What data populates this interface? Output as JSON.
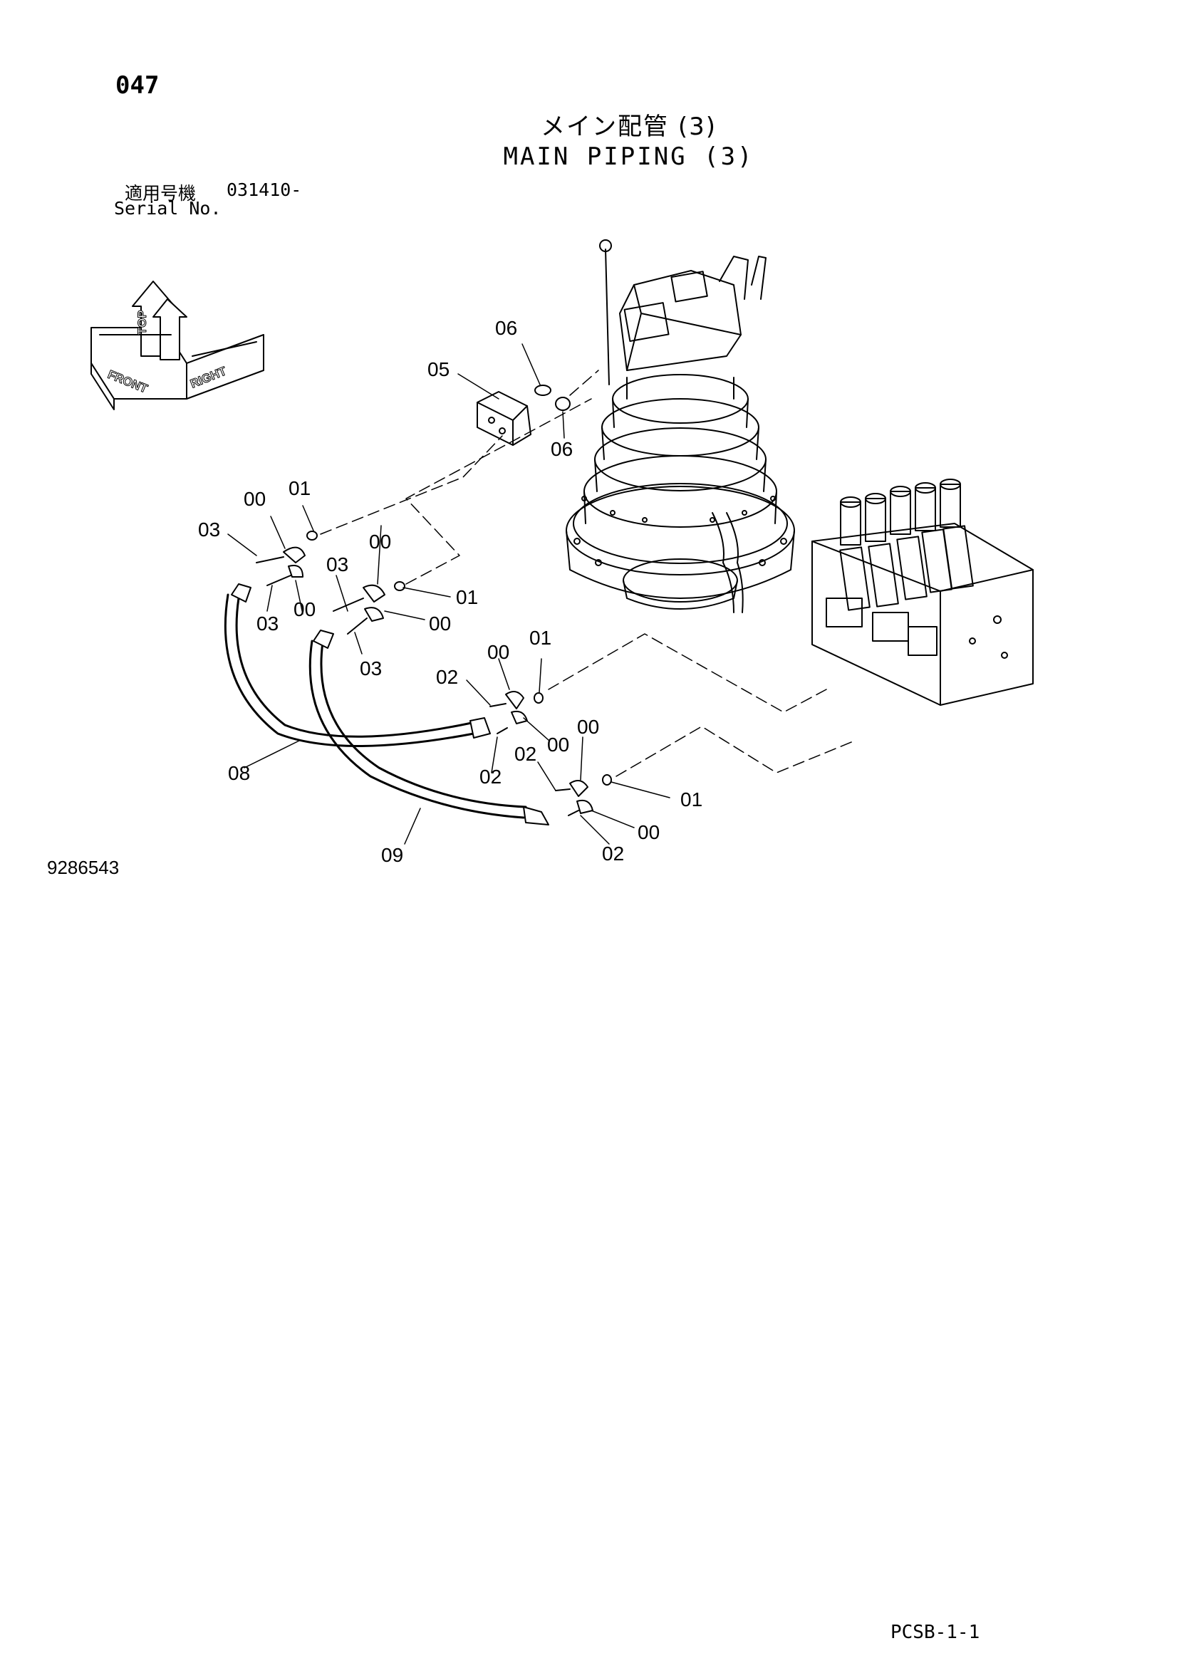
{
  "page": {
    "number": "047",
    "title_jp": "メイン配管 (3)",
    "title_en": "MAIN PIPING (3)",
    "serial_label_jp": "適用号機",
    "serial_value": "031410-",
    "serial_label_en": "Serial No.",
    "drawing_number": "9286543",
    "footer_code": "PCSB-1-1"
  },
  "orientation_icon": {
    "labels": [
      "FRONT",
      "TOP",
      "RIGHT"
    ]
  },
  "callouts": [
    "06",
    "05",
    "06",
    "00",
    "01",
    "03",
    "03",
    "00",
    "00",
    "03",
    "01",
    "00",
    "03",
    "00",
    "01",
    "02",
    "00",
    "02",
    "08",
    "02",
    "00",
    "01",
    "00",
    "09",
    "02"
  ]
}
